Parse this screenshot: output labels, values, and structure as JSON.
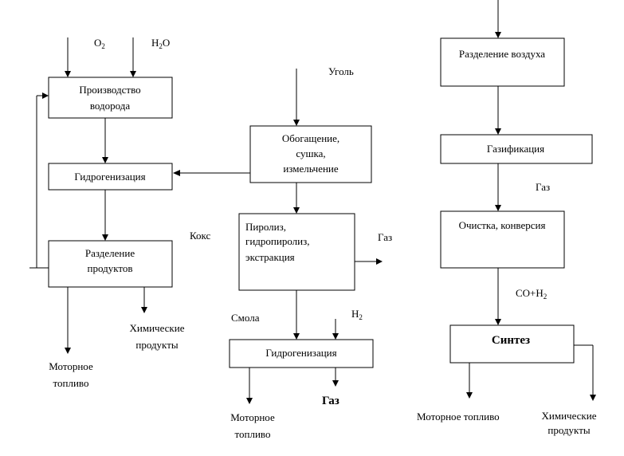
{
  "left": {
    "inputs": {
      "o2_main": "O",
      "o2_sub": "2",
      "h2o_h": "H",
      "h2o_sub": "2",
      "h2o_o": "O"
    },
    "box_hydrogen": {
      "line1": "Производство",
      "line2": "водорода"
    },
    "box_hydrogenation": "Гидрогенизация",
    "box_separation": {
      "line1": "Разделение",
      "line2": "продуктов"
    },
    "coke": "Кокс",
    "motor_fuel": {
      "line1": "Моторное",
      "line2": "топливо"
    },
    "chemicals": {
      "line1": "Химические",
      "line2": "продукты"
    }
  },
  "middle": {
    "coal": "Уголь",
    "box_enrichment": {
      "line1": "Обогащение,",
      "line2": "сушка,",
      "line3": "измельчение"
    },
    "box_pyrolysis": {
      "line1": "Пиролиз,",
      "line2": "гидропиролиз,",
      "line3": "экстракция"
    },
    "gas": "Газ",
    "resin": "Смола",
    "h2_main": "H",
    "h2_sub": "2",
    "box_hydrogenation": "Гидрогенизация",
    "gas_out": "Газ",
    "motor_fuel": {
      "line1": "Моторное",
      "line2": "топливо"
    }
  },
  "right": {
    "box_air_separation": "Разделение воздуха",
    "box_gasification": "Газификация",
    "gas": "Газ",
    "box_cleaning": "Очистка, конверсия",
    "syngas_main": "CO+H",
    "syngas_sub": "2",
    "box_synthesis": "Синтез",
    "motor_fuel": "Моторное топливо",
    "chemicals": {
      "line1": "Химические",
      "line2": "продукты"
    }
  }
}
